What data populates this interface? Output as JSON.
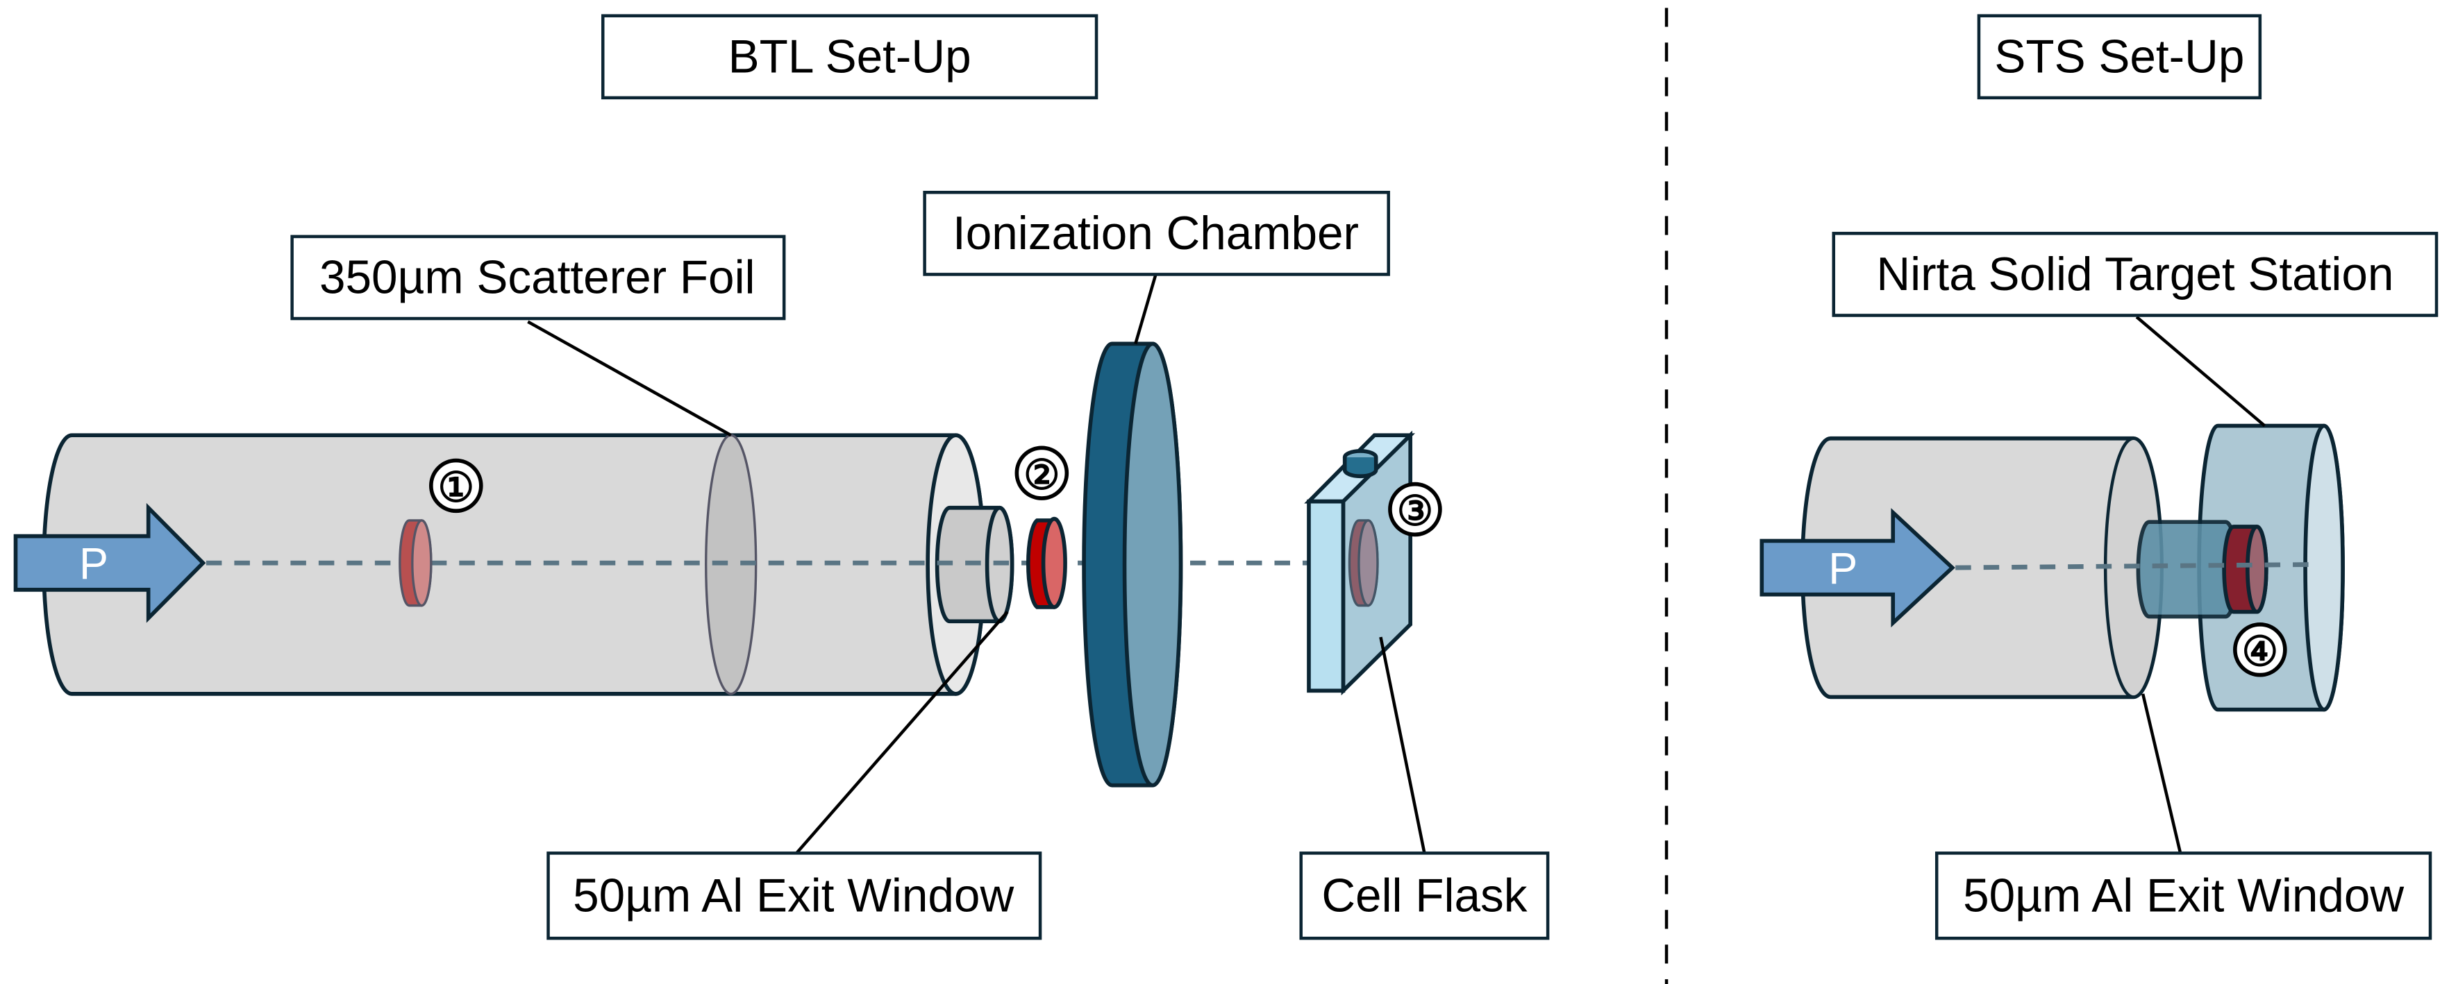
{
  "sections": {
    "btl_title": "BTL Set-Up",
    "sts_title": "STS Set-Up"
  },
  "labels": {
    "scatterer_foil": "350µm Scatterer Foil",
    "ionization_chamber": "Ionization Chamber",
    "btl_exit_window": "50µm Al Exit Window",
    "cell_flask": "Cell Flask",
    "solid_target_station": "Nirta Solid Target Station",
    "sts_exit_window": "50µm Al Exit Window"
  },
  "markers": [
    "①",
    "②",
    "③",
    "④"
  ],
  "beam": {
    "btl_label": "P",
    "sts_label": "P"
  },
  "colors": {
    "pipe": "#d9d9d9",
    "beam_arrow": "#6b9bc9",
    "chamber_dark": "#1a5e80",
    "chamber_face": "#74a1b7",
    "sample_red": "#c00000",
    "flask": "#b8e0f0",
    "station": "#adc8d4",
    "outline": "#0b2533"
  }
}
